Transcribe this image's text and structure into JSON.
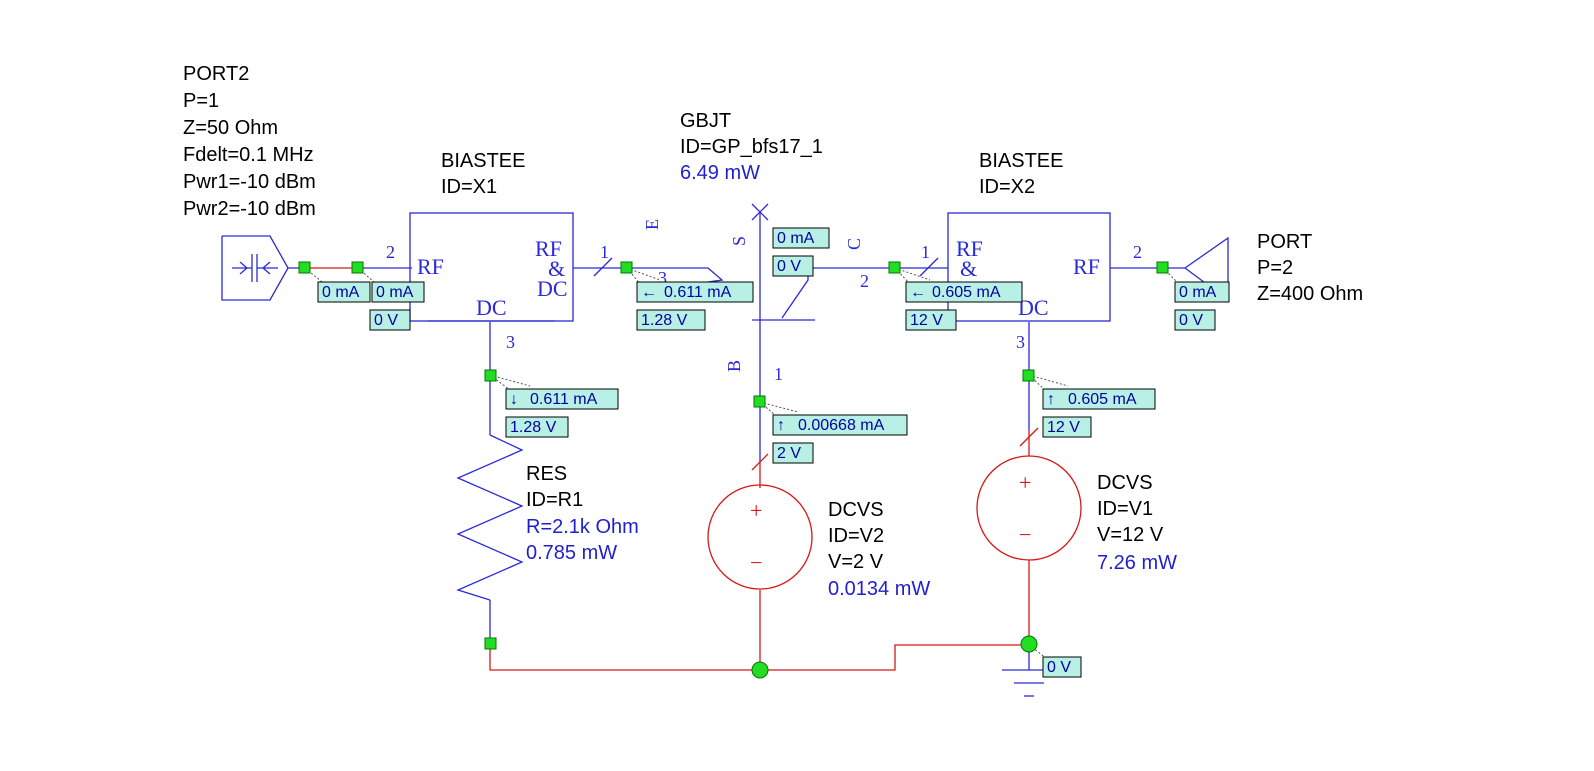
{
  "components": {
    "port2": {
      "name": "PORT2",
      "p": "P=1",
      "z": "Z=50 Ohm",
      "fdelt": "Fdelt=0.1 MHz",
      "pwr1": "Pwr1=-10 dBm",
      "pwr2": "Pwr2=-10 dBm"
    },
    "biastee1": {
      "name": "BIASTEE",
      "id": "ID=X1",
      "rf": "RF",
      "rfdc_rf": "RF",
      "rfdc_amp": "&",
      "rfdc_dc": "DC",
      "dc": "DC",
      "pin1": "1",
      "pin2": "2",
      "pin3": "3"
    },
    "gbjt": {
      "name": "GBJT",
      "id": "ID=GP_bfs17_1",
      "power": "6.49 mW",
      "e": "E",
      "s": "S",
      "c": "C",
      "b": "B",
      "pin1": "1",
      "pin2": "2",
      "pin3": "3"
    },
    "biastee2": {
      "name": "BIASTEE",
      "id": "ID=X2",
      "rf": "RF",
      "rfdc_rf": "RF",
      "rfdc_amp": "&",
      "dc": "DC",
      "pin1": "1",
      "pin2": "2",
      "pin3": "3"
    },
    "port": {
      "name": "PORT",
      "p": "P=2",
      "z": "Z=400 Ohm"
    },
    "res": {
      "name": "RES",
      "id": "ID=R1",
      "r": "R=2.1k Ohm",
      "power": "0.785 mW"
    },
    "dcvs2": {
      "name": "DCVS",
      "id": "ID=V2",
      "v": "V=2 V",
      "power": "0.0134 mW",
      "plus": "+",
      "minus": "−"
    },
    "dcvs1": {
      "name": "DCVS",
      "id": "ID=V1",
      "v": "V=12 V",
      "power": "7.26 mW",
      "plus": "+",
      "minus": "−"
    }
  },
  "annotations": {
    "port2_i": "0 mA",
    "x1_rf_i": "0 mA",
    "x1_rf_v": "0 V",
    "x1_rfdc_i": "0.611 mA",
    "x1_rfdc_v": "1.28 V",
    "x1_dc_i": "0.611 mA",
    "x1_dc_v": "1.28 V",
    "bjt_s_i": "0 mA",
    "bjt_s_v": "0 V",
    "bjt_b_i": "0.00668 mA",
    "bjt_b_v": "2 V",
    "x2_rfdc_i": "0.605 mA",
    "x2_rfdc_v": "12 V",
    "x2_rf_i": "0 mA",
    "x2_rf_v": "0 V",
    "x2_dc_i": "0.605 mA",
    "x2_dc_v": "12 V",
    "gnd_v": "0 V"
  },
  "colors": {
    "wire_blue": "#2a2ad6",
    "wire_red": "#d81818",
    "node_green": "#22dd22",
    "annotation_fill": "#b8f0e6"
  }
}
